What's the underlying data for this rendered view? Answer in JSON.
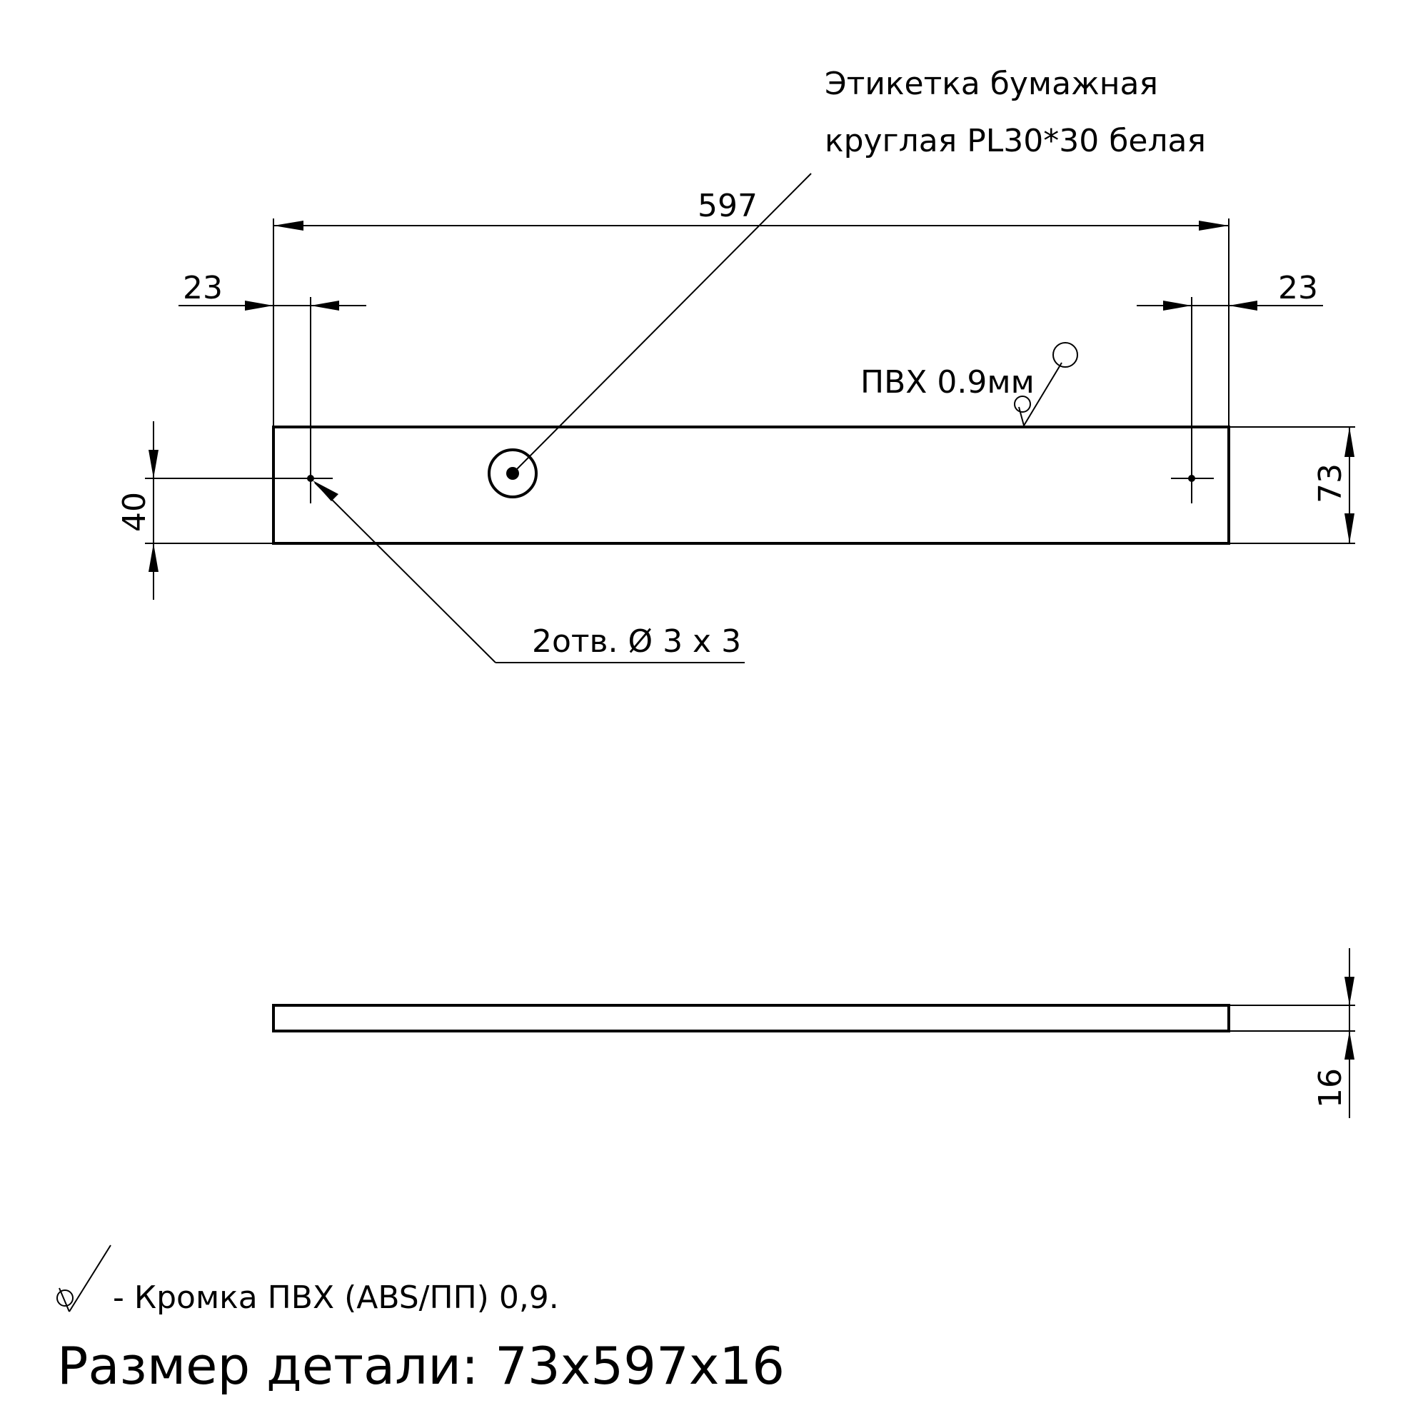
{
  "label_note": {
    "line1": "Этикетка бумажная",
    "line2": "круглая PL30*30 белая"
  },
  "dimensions": {
    "overall_length": "597",
    "hole_offset_left": "23",
    "hole_offset_right": "23",
    "height": "73",
    "hole_height": "40",
    "thickness": "16"
  },
  "edge_note": "ПВХ 0.9мм",
  "holes_note": "2отв. Ø 3 х 3",
  "legend": {
    "edge_banding": "-  Кромка ПВХ (ABS/ПП) 0,9."
  },
  "part_size": "Размер детали: 73х597х16"
}
